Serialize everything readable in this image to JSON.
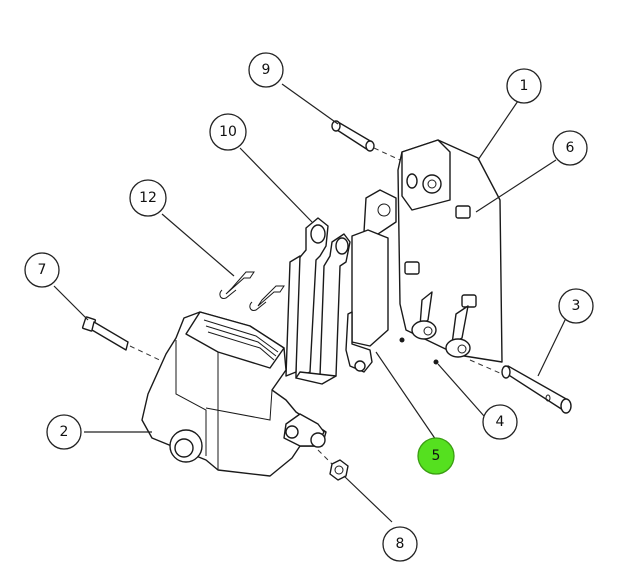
{
  "diagram": {
    "callouts": [
      {
        "id": "c1",
        "label": "1",
        "highlight": false,
        "cx": 0,
        "cy": 0
      },
      {
        "id": "c2",
        "label": "2",
        "highlight": false
      },
      {
        "id": "c3",
        "label": "3",
        "highlight": false
      },
      {
        "id": "c4",
        "label": "4",
        "highlight": false
      },
      {
        "id": "c5",
        "label": "5",
        "highlight": true
      },
      {
        "id": "c6",
        "label": "6",
        "highlight": false
      },
      {
        "id": "c7",
        "label": "7",
        "highlight": false
      },
      {
        "id": "c8",
        "label": "8",
        "highlight": false
      },
      {
        "id": "c9",
        "label": "9",
        "highlight": false
      },
      {
        "id": "c10",
        "label": "10",
        "highlight": false
      },
      {
        "id": "c12",
        "label": "12",
        "highlight": false
      }
    ],
    "highlight_color": "#55e01f"
  }
}
